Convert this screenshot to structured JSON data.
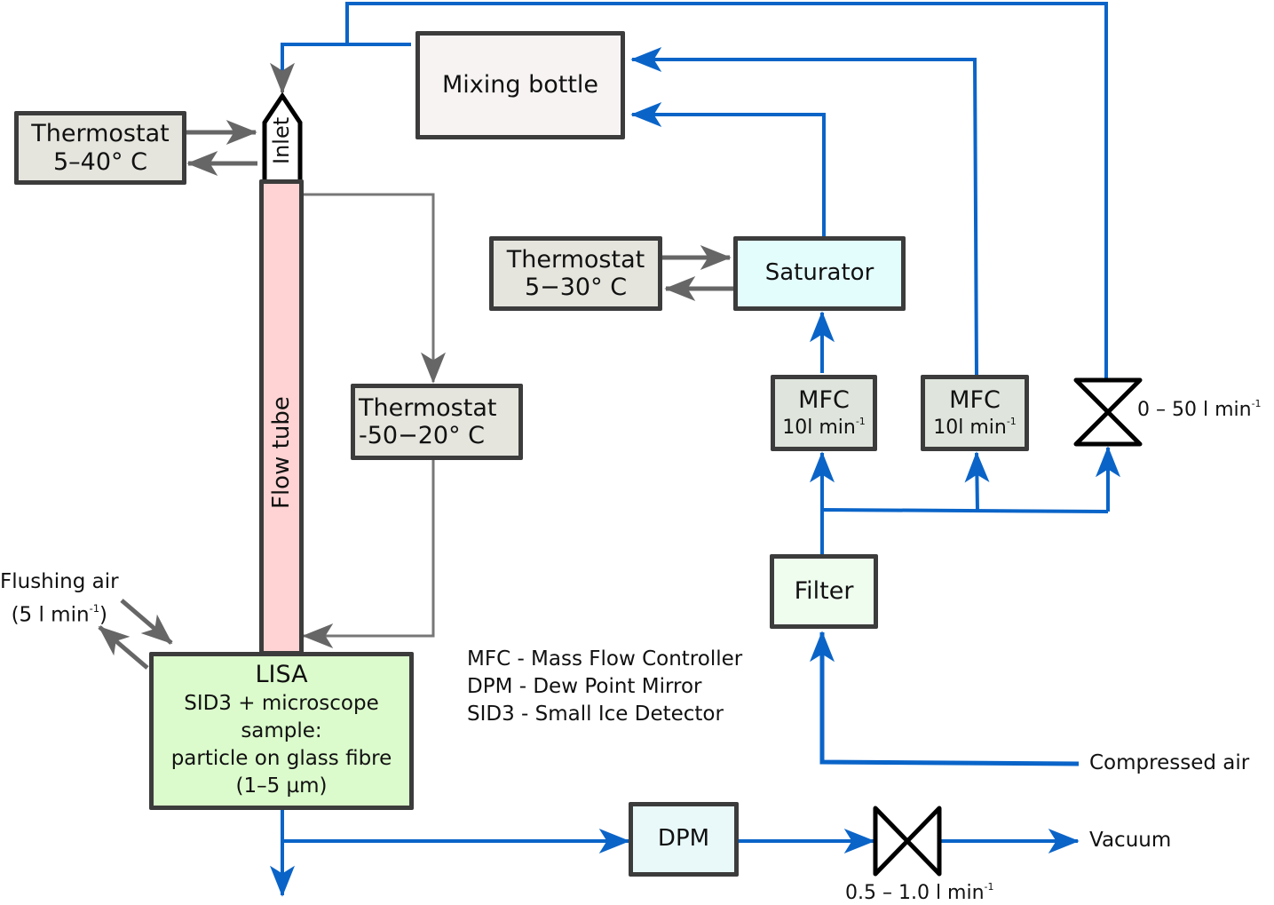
{
  "colors": {
    "air_line": "#0a64c8",
    "coolant_line": "#666666",
    "box_border": "#3c3c3c",
    "thermostat_fill": "#e5e5de",
    "mixing_fill": "#f7f3f3",
    "saturator_fill": "#e3fdfd",
    "mfc_fill": "#dfe5dc",
    "filter_fill": "#effdef",
    "lisa_fill": "#dbfbcc",
    "flowtube_fill": "#ffd3d3",
    "dpm_fill": "#e9f9f9"
  },
  "nodes": {
    "thermostat_inlet": {
      "title": "Thermostat",
      "range": "5–40° C"
    },
    "inlet": {
      "label": "Inlet"
    },
    "flow_tube": {
      "label": "Flow tube"
    },
    "mixing_bottle": {
      "label": "Mixing bottle"
    },
    "thermostat_saturator": {
      "title": "Thermostat",
      "range": "5−30° C"
    },
    "saturator": {
      "label": "Saturator"
    },
    "thermostat_flowtube": {
      "title": "Thermostat",
      "range": "-50−20° C"
    },
    "mfc1": {
      "title": "MFC",
      "rate": "10l min",
      "rate_exp": "-1"
    },
    "mfc2": {
      "title": "MFC",
      "rate": "10l min",
      "rate_exp": "-1"
    },
    "valve_top": {
      "label": "0 – 50 l min",
      "label_exp": "-1"
    },
    "filter": {
      "label": "Filter"
    },
    "lisa": {
      "title": "LISA",
      "lines": [
        "SID3 + microscope",
        "sample:",
        "particle on glass fibre",
        "(1–5 µm)"
      ]
    },
    "flushing_air": {
      "line1": "Flushing air",
      "line2": "(5 l min",
      "line2_exp": "-1",
      "line2_close": ")"
    },
    "dpm": {
      "label": "DPM"
    },
    "valve_bottom": {
      "label": "0.5 – 1.0 l min",
      "label_exp": "-1"
    },
    "vacuum": {
      "label": "Vacuum"
    },
    "compressed_air": {
      "label": "Compressed air"
    }
  },
  "legend": [
    "MFC - Mass Flow Controller",
    "DPM - Dew Point Mirror",
    "SID3 - Small Ice Detector"
  ]
}
